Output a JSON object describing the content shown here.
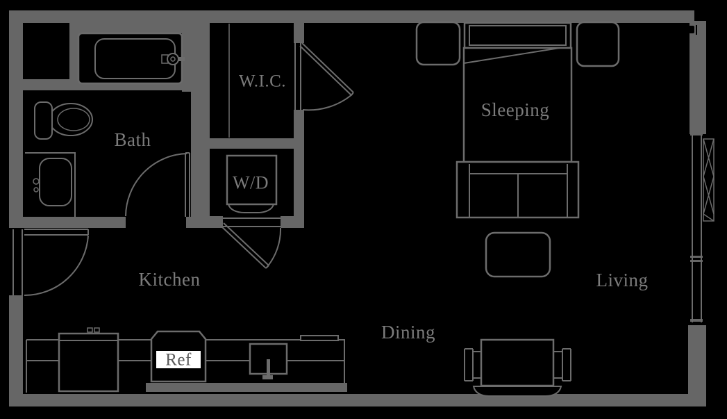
{
  "floorplan": {
    "colors": {
      "background": "#000000",
      "wall": "#666666",
      "line": "#6c6c6c",
      "label": "#7b7b7b"
    },
    "rooms": {
      "bath": {
        "label": "Bath"
      },
      "wic": {
        "label": "W.I.C."
      },
      "laundry": {
        "label": "W/D"
      },
      "kitchen": {
        "label": "Kitchen"
      },
      "dining": {
        "label": "Dining"
      },
      "living": {
        "label": "Living"
      },
      "sleeping": {
        "label": "Sleeping"
      }
    },
    "appliances": {
      "refrigerator": {
        "label": "Ref",
        "label_bg": "#ffffff",
        "label_color": "#5a5a5a"
      }
    },
    "fixtures": [
      "bathtub",
      "toilet",
      "vanity-sink",
      "closet-rod",
      "washer-dryer",
      "queen-bed",
      "nightstand",
      "sofa",
      "coffee-table",
      "dining-table",
      "dining-chair",
      "bench",
      "range",
      "refrigerator",
      "kitchen-sink",
      "window",
      "door"
    ]
  }
}
